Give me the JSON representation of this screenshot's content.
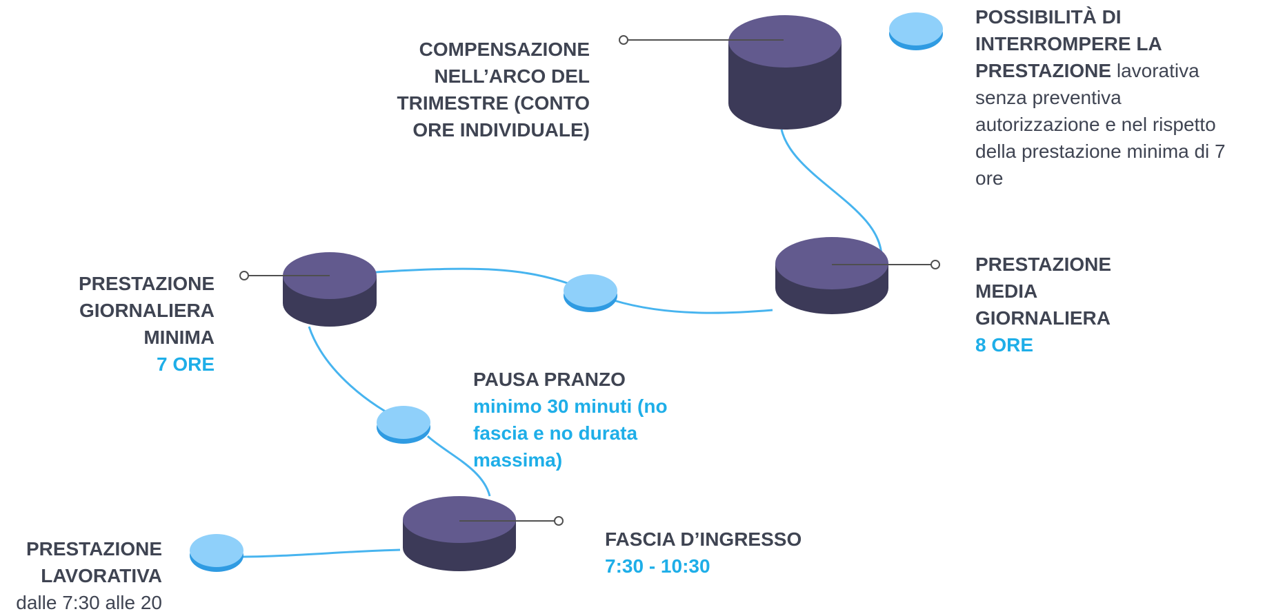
{
  "colors": {
    "text": "#3f4452",
    "highlight": "#1eaee8",
    "line": "#47b4ef",
    "disk_top": "#625a8e",
    "disk_side": "#3c3a58",
    "bubble_top": "#8fd0fa",
    "bubble_side": "#2f9be2",
    "pointer": "#4f4f4f"
  },
  "labels": {
    "compensazione": [
      "COMPENSAZIONE",
      "NELL’ARCO DEL",
      "TRIMESTRE (CONTO",
      "ORE INDIVIDUALE)"
    ],
    "interrompere": {
      "bold": [
        "POSSIBILITÀ DI",
        "INTERROMPERE LA",
        "PRESTAZIONE"
      ],
      "bold_tail": " lavorativa",
      "normal": [
        "senza preventiva",
        "autorizzazione e nel rispetto",
        "della prestazione minima di 7",
        "ore"
      ]
    },
    "media": {
      "title": [
        "PRESTAZIONE",
        "MEDIA",
        "GIORNALIERA"
      ],
      "value": "8 ORE"
    },
    "minima": {
      "title": [
        "PRESTAZIONE",
        "GIORNALIERA",
        "MINIMA"
      ],
      "value": "7 ORE"
    },
    "pausa": {
      "title": "PAUSA PRANZO",
      "value": [
        "minimo 30 minuti (no",
        "fascia e no durata",
        "massima)"
      ]
    },
    "ingresso": {
      "title": "FASCIA D’INGRESSO",
      "value": "7:30 - 10:30"
    },
    "lavorativa": {
      "title": [
        "PRESTAZIONE",
        "LAVORATIVA"
      ],
      "value": "dalle 7:30 alle 20"
    }
  }
}
